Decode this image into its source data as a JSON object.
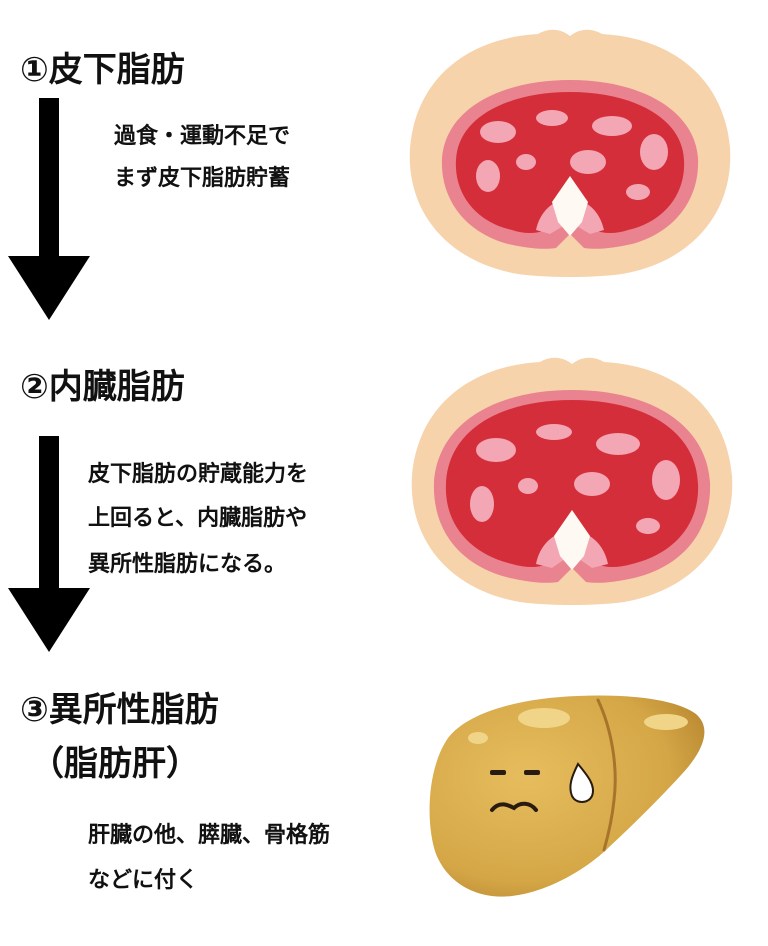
{
  "stages": [
    {
      "heading": "①皮下脂肪",
      "description": [
        "過食・運動不足で",
        "まず皮下脂肪貯蓄"
      ],
      "illustration_icon": "abdominal-cross-section-icon"
    },
    {
      "heading": "②内臓脂肪",
      "description": [
        "皮下脂肪の貯蔵能力を",
        "上回ると、内臓脂肪や",
        "異所性脂肪になる。"
      ],
      "illustration_icon": "abdominal-cross-section-visceral-fat-icon"
    },
    {
      "heading": "③異所性脂肪",
      "subheading": "（脂肪肝）",
      "description": [
        "肝臓の他、膵臓、骨格筋",
        "などに付く"
      ],
      "illustration_icon": "fatty-liver-face-icon"
    }
  ],
  "colors": {
    "text": "#111111",
    "arrow": "#000000",
    "skin": "#f7d3ab",
    "muscle_pink": "#e9838f",
    "visceral_red": "#d52e3b",
    "fat_pink": "#f3a6b3",
    "spine": "#fff9f4",
    "liver": "#d9ad48",
    "liver_dark": "#bd8a35"
  }
}
